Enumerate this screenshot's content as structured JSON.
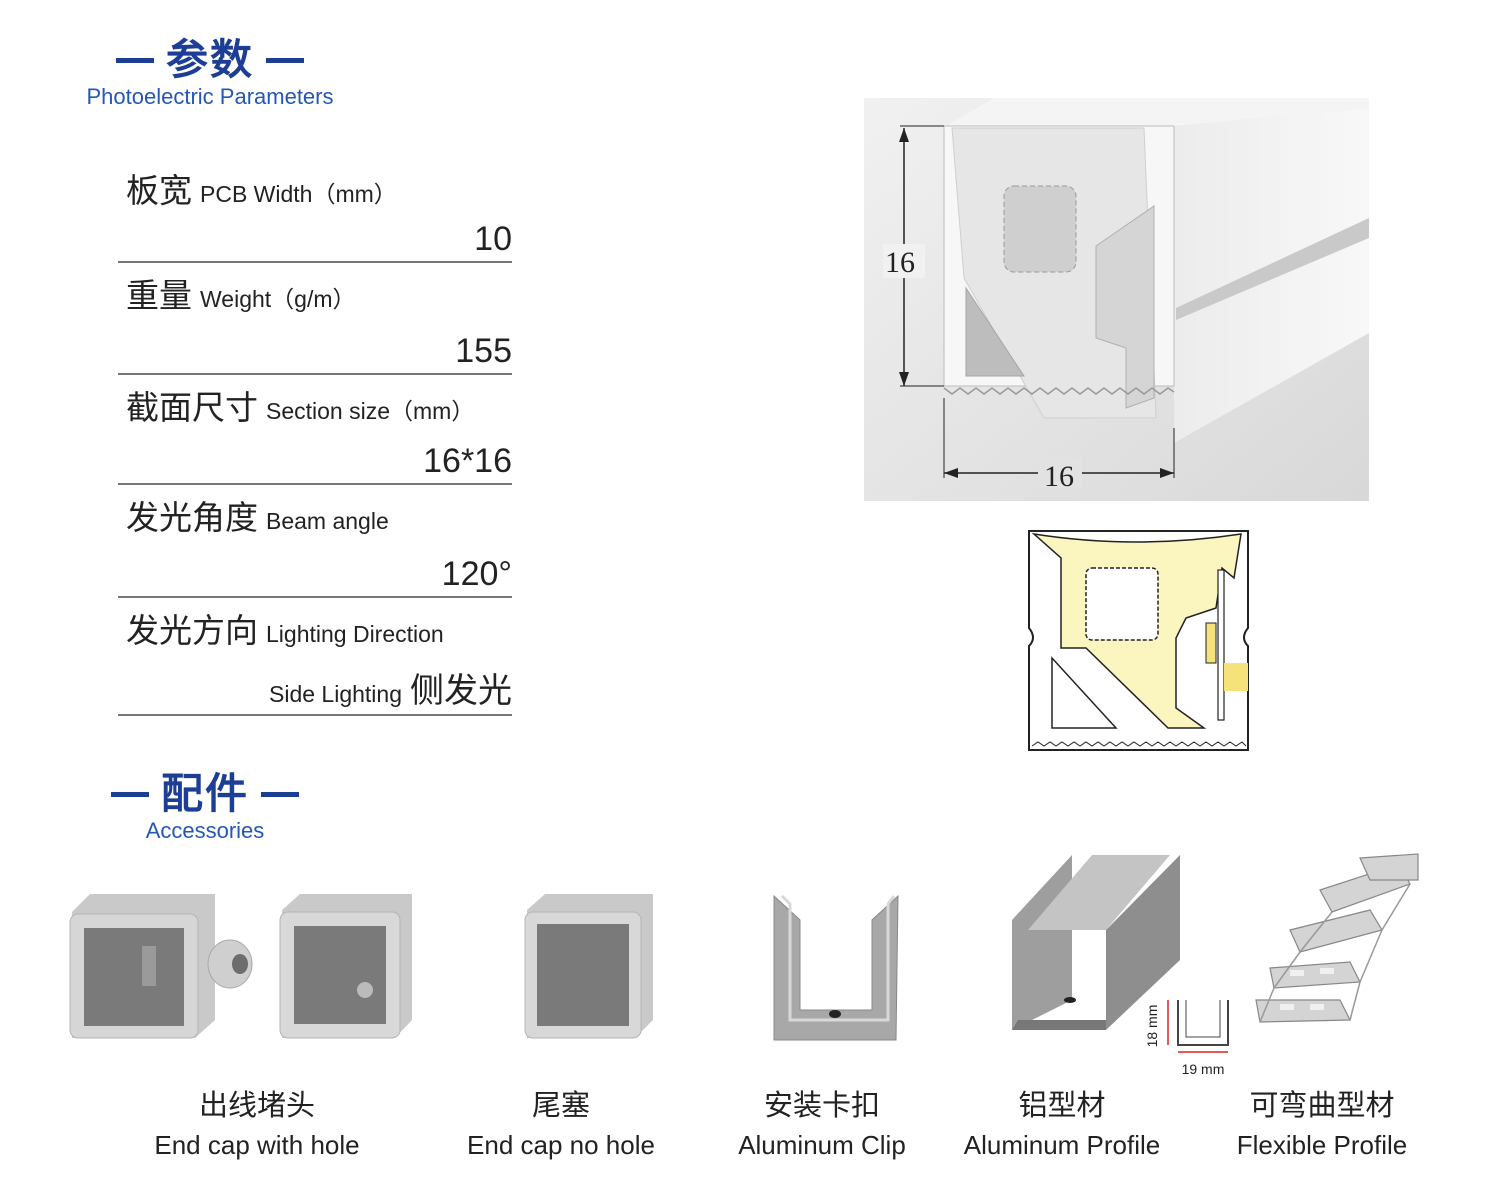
{
  "params_section": {
    "title_cn": "参数",
    "title_en": "Photoelectric Parameters"
  },
  "params": [
    {
      "label_cn": "板宽",
      "label_en": "PCB Width（mm）",
      "value": "10"
    },
    {
      "label_cn": "重量",
      "label_en": "Weight（g/m）",
      "value": "155"
    },
    {
      "label_cn": "截面尺寸",
      "label_en": "Section size（mm）",
      "value": "16*16"
    },
    {
      "label_cn": "发光角度",
      "label_en": "Beam angle",
      "value": "120°"
    },
    {
      "label_cn": "发光方向",
      "label_en": "Lighting Direction",
      "value_en": "Side Lighting",
      "value": "侧发光"
    }
  ],
  "dimension_labels": {
    "height": "16",
    "width": "16"
  },
  "profile_dims": {
    "height": "18 mm",
    "width": "19 mm"
  },
  "accessories_section": {
    "title_cn": "配件",
    "title_en": "Accessories"
  },
  "accessories": [
    {
      "name_cn": "出线堵头",
      "name_en": "End cap with hole"
    },
    {
      "name_cn": "尾塞",
      "name_en": "End cap no hole"
    },
    {
      "name_cn": "安装卡扣",
      "name_en": "Aluminum Clip"
    },
    {
      "name_cn": "铝型材",
      "name_en": "Aluminum Profile"
    },
    {
      "name_cn": "可弯曲型材",
      "name_en": "Flexible Profile"
    }
  ],
  "colors": {
    "brand_blue": "#1c3e95",
    "light_yellow": "#fbf5c0",
    "led_yellow": "#f5e27a"
  }
}
